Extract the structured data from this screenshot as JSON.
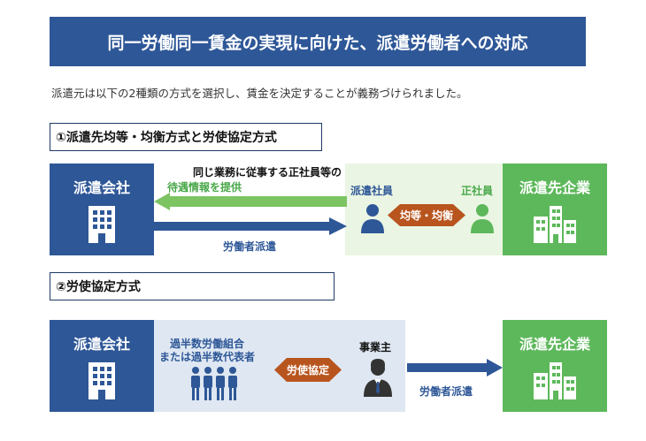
{
  "title": "同一労働同一賃金の実現に向けた、派遣労働者への対応",
  "intro": "派遣元は以下の2種類の方式を選択し、賃金を決定することが義務づけられました。",
  "section1": {
    "heading": "①派遣先均等・均衡方式と労使協定方式",
    "left_box": "派遣会社",
    "right_box": "派遣先企業",
    "info_line1": "同じ業務に従事する正社員等の",
    "info_line2": "待遇情報を提供",
    "dispatch_label": "労働者派遣",
    "worker_label": "派遣社員",
    "regular_label": "正社員",
    "balance_label": "均等・均衡"
  },
  "section2": {
    "heading": "②労使協定方式",
    "left_box": "派遣会社",
    "right_box": "派遣先企業",
    "union_line1": "過半数労働組合",
    "union_line2": "または過半数代表者",
    "agreement_label": "労使協定",
    "employer_label": "事業主",
    "dispatch_label": "労働者派遣"
  },
  "colors": {
    "navy": "#2e5797",
    "green": "#5db85b",
    "orange": "#b8551e",
    "light_green": "#eaf5e3",
    "light_blue": "#dfe7f2"
  }
}
